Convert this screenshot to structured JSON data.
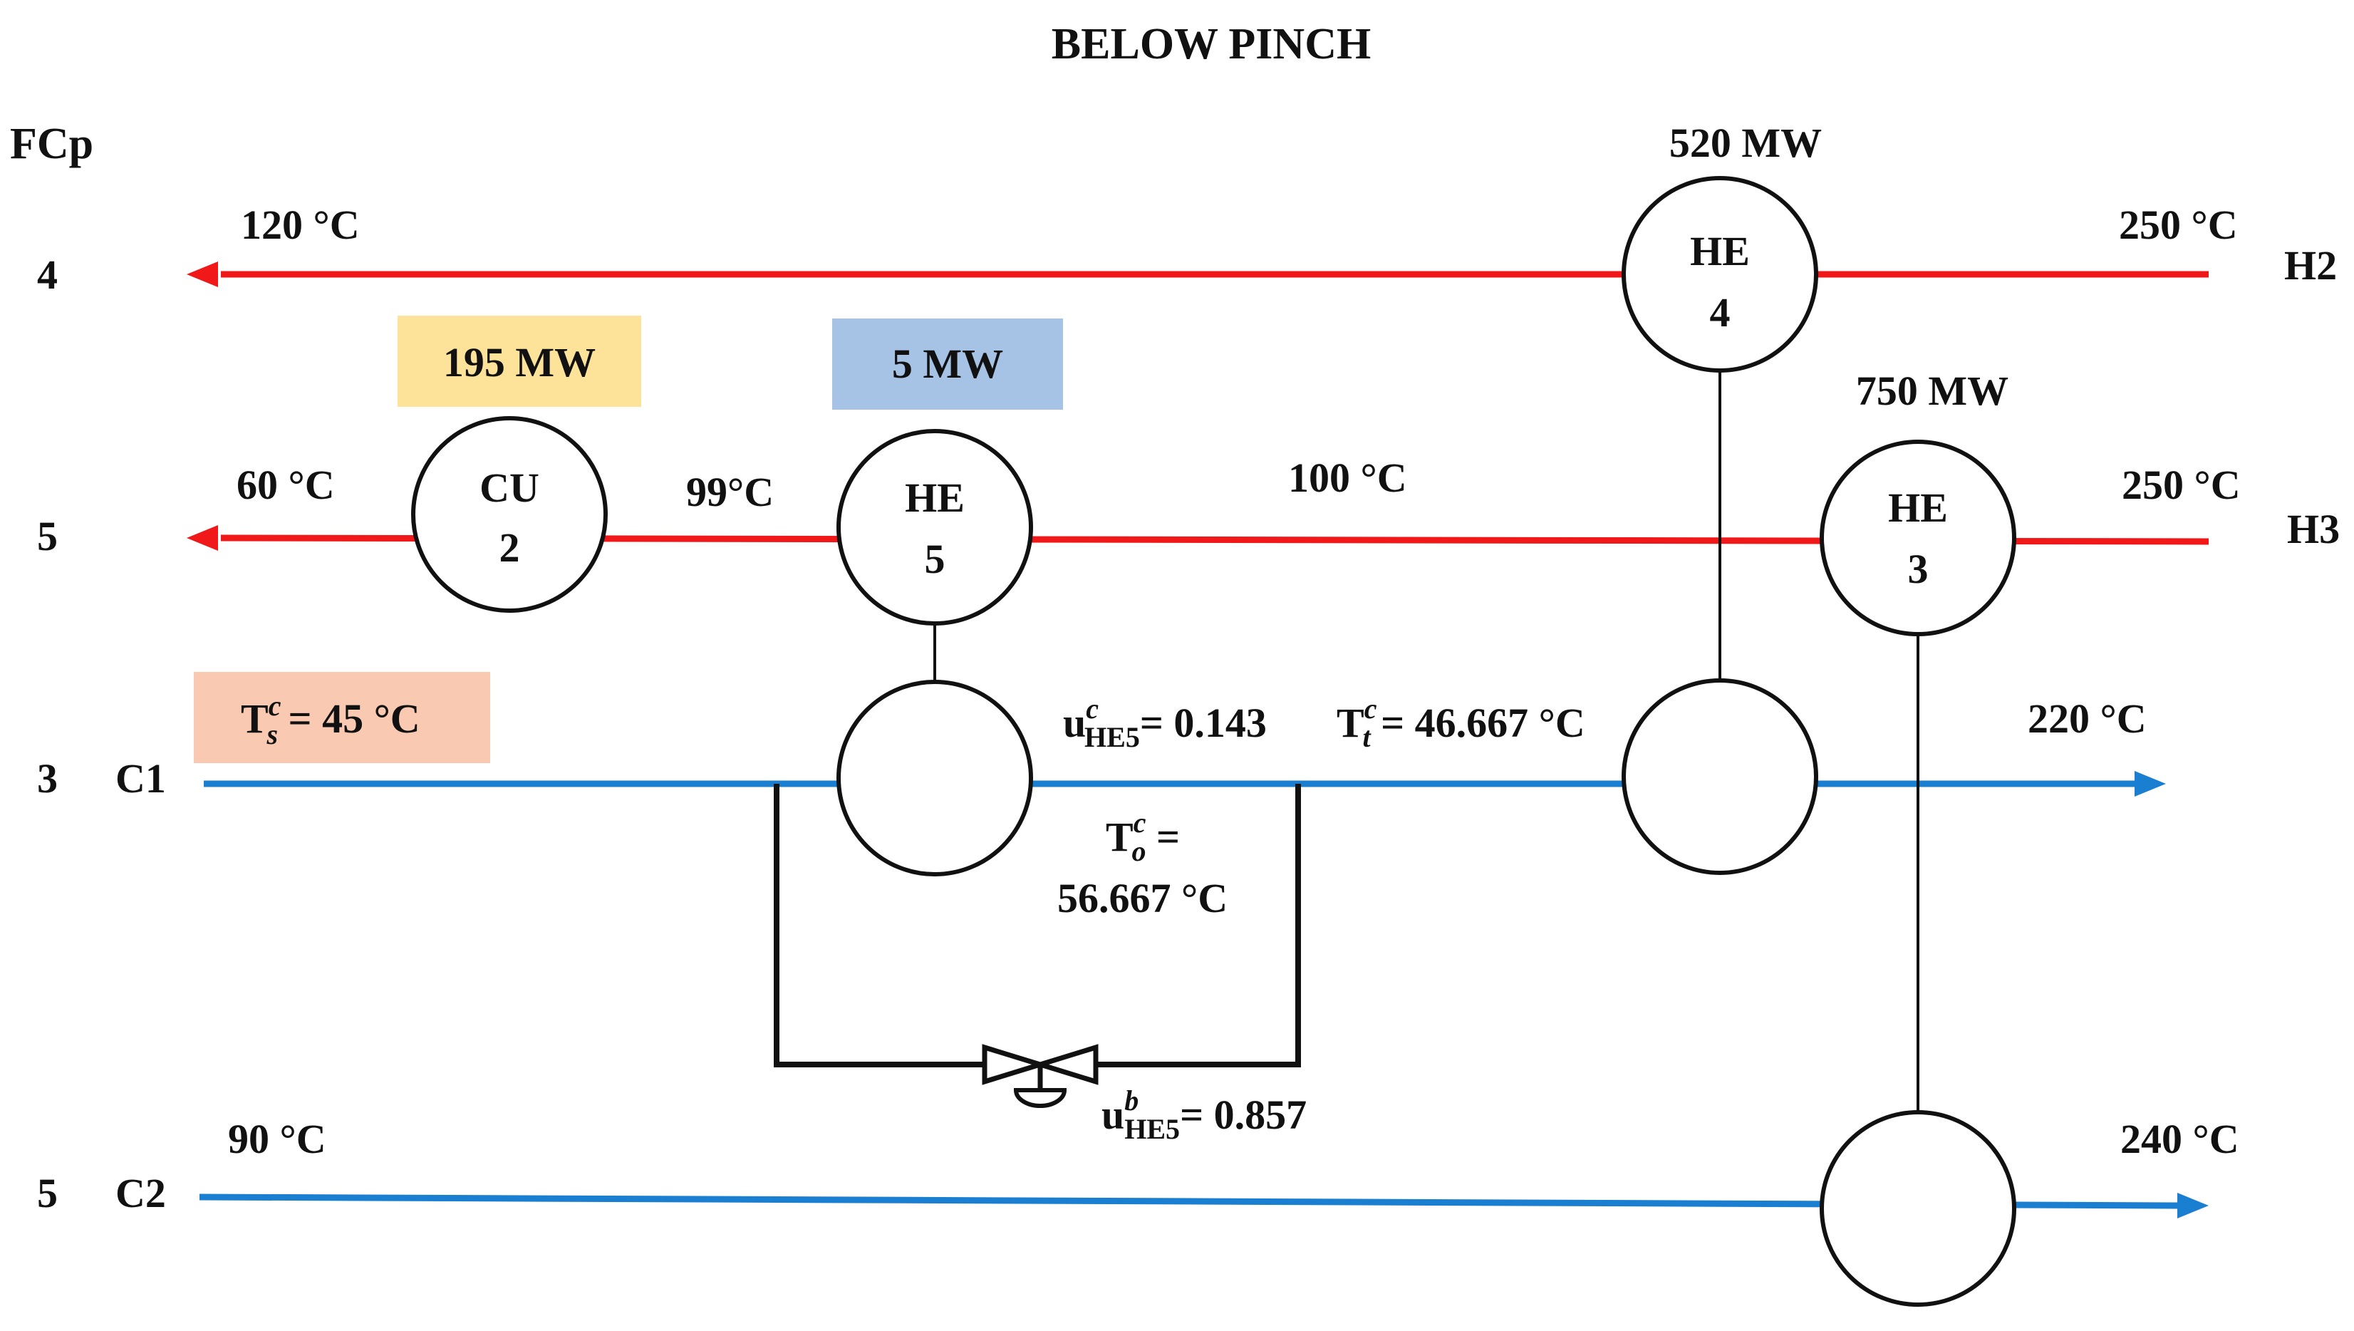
{
  "title": "BELOW PINCH",
  "fcp_header": "FCp",
  "colors": {
    "hot_stream": "#f01818",
    "cold_stream": "#1a7fd0",
    "duty_cu2_bg": "#fde39a",
    "duty_he5_bg": "#a6c3e6",
    "ts_bg": "#f9c9b2"
  },
  "streams": [
    {
      "id": "H2",
      "label": "H2",
      "fcp": "4",
      "type": "hot",
      "t_in": "250 °C",
      "t_out": "120 °C"
    },
    {
      "id": "H3",
      "label": "H3",
      "fcp": "5",
      "type": "hot",
      "t_in": "250 °C",
      "t_out": "60 °C",
      "t_mid1": "99°C",
      "t_mid2": "100 °C"
    },
    {
      "id": "C1",
      "label": "C1",
      "fcp": "3",
      "type": "cold",
      "t_out": "220 °C"
    },
    {
      "id": "C2",
      "label": "C2",
      "fcp": "5",
      "type": "cold",
      "t_in": "90 °C",
      "t_out": "240 °C"
    }
  ],
  "units": {
    "he4": {
      "name": "HE",
      "num": "4",
      "duty": "520 MW"
    },
    "he3": {
      "name": "HE",
      "num": "3",
      "duty": "750 MW"
    },
    "he5": {
      "name": "HE",
      "num": "5",
      "duty": "5 MW"
    },
    "cu2": {
      "name": "CU",
      "num": "2",
      "duty": "195 MW"
    }
  },
  "annotations": {
    "ts": {
      "base": "T",
      "sup": "c",
      "sub": "s",
      "rest": " = 45 °C"
    },
    "tt": {
      "base": "T",
      "sup": "c",
      "sub": "t",
      "rest": " = 46.667 °C"
    },
    "to": {
      "base": "T",
      "sup": "c",
      "sub": "o",
      "rest": " =",
      "line2": "56.667 °C"
    },
    "u_c": {
      "base": "u",
      "sup": "c",
      "sub": "HE5",
      "rest": "= 0.143"
    },
    "u_b": {
      "base": "u",
      "sup": "b",
      "sub": "HE5",
      "rest": "= 0.857"
    }
  },
  "icons": {
    "bypass_valve": "bypass-valve-icon",
    "arrowhead": "arrowhead-icon"
  }
}
